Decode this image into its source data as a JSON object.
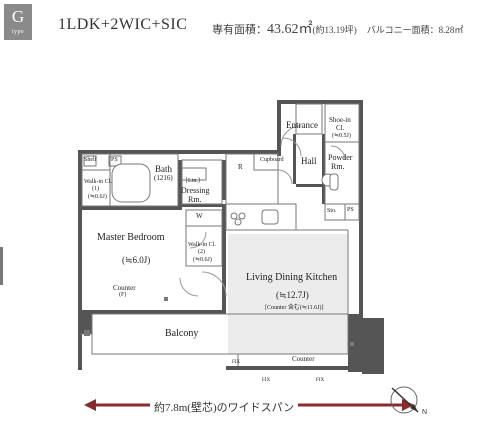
{
  "header": {
    "type_letter": "G",
    "type_sub": "type",
    "plan_name": "1LDK+2WIC+SIC",
    "area_label": "専有面積：",
    "area_value": "43.62㎡",
    "area_tsubo": "(約13.19坪)",
    "balcony_label": "バルコニー面積：",
    "balcony_value": "8.28㎡"
  },
  "rooms": {
    "entrance": "Entrance",
    "shoe_in_cl": "Shoe-in",
    "shoe_in_cl2": "Cl.",
    "shoe_in_size": "(≒0.5J)",
    "hall": "Hall",
    "powder": "Powder",
    "powder2": "Rm.",
    "bath": "Bath",
    "bath_size": "(1216)",
    "dressing": "Dressing",
    "dressing2": "Rm.",
    "cupboard": "Cupboard",
    "r_label": "R",
    "ps_label": "PS",
    "shelf_label": "Shelf",
    "lin_label": "[Lin.]",
    "w_label": "W",
    "sto_label": "Sto.",
    "master": "Master Bedroom",
    "master_size": "(≒6.0J)",
    "wic1": "Walk-in Cl.",
    "wic1_num": "(1)",
    "wic1_size": "(≒0.6J)",
    "wic2": "Walk-in Cl.",
    "wic2_num": "(2)",
    "wic2_size": "(≒0.6J)",
    "ldk": "Living Dining Kitchen",
    "ldk_size": "(≒12.7J)",
    "ldk_counter": "[Counter 含む(≒11.6J)]",
    "counter_left": "Counter",
    "counter_left_sub": "(F)",
    "counter_bottom": "Counter",
    "balcony": "Balcony",
    "fix1": "FIX",
    "fix2": "FIX",
    "fix3": "FIX"
  },
  "footer": {
    "span_text": "約7.8m(壁芯)のワイドスパン",
    "north": "N"
  },
  "colors": {
    "wall": "#555555",
    "badge": "#8a8a8a",
    "ldk_fill": "#ececec",
    "arrow": "#8b2a2a"
  }
}
